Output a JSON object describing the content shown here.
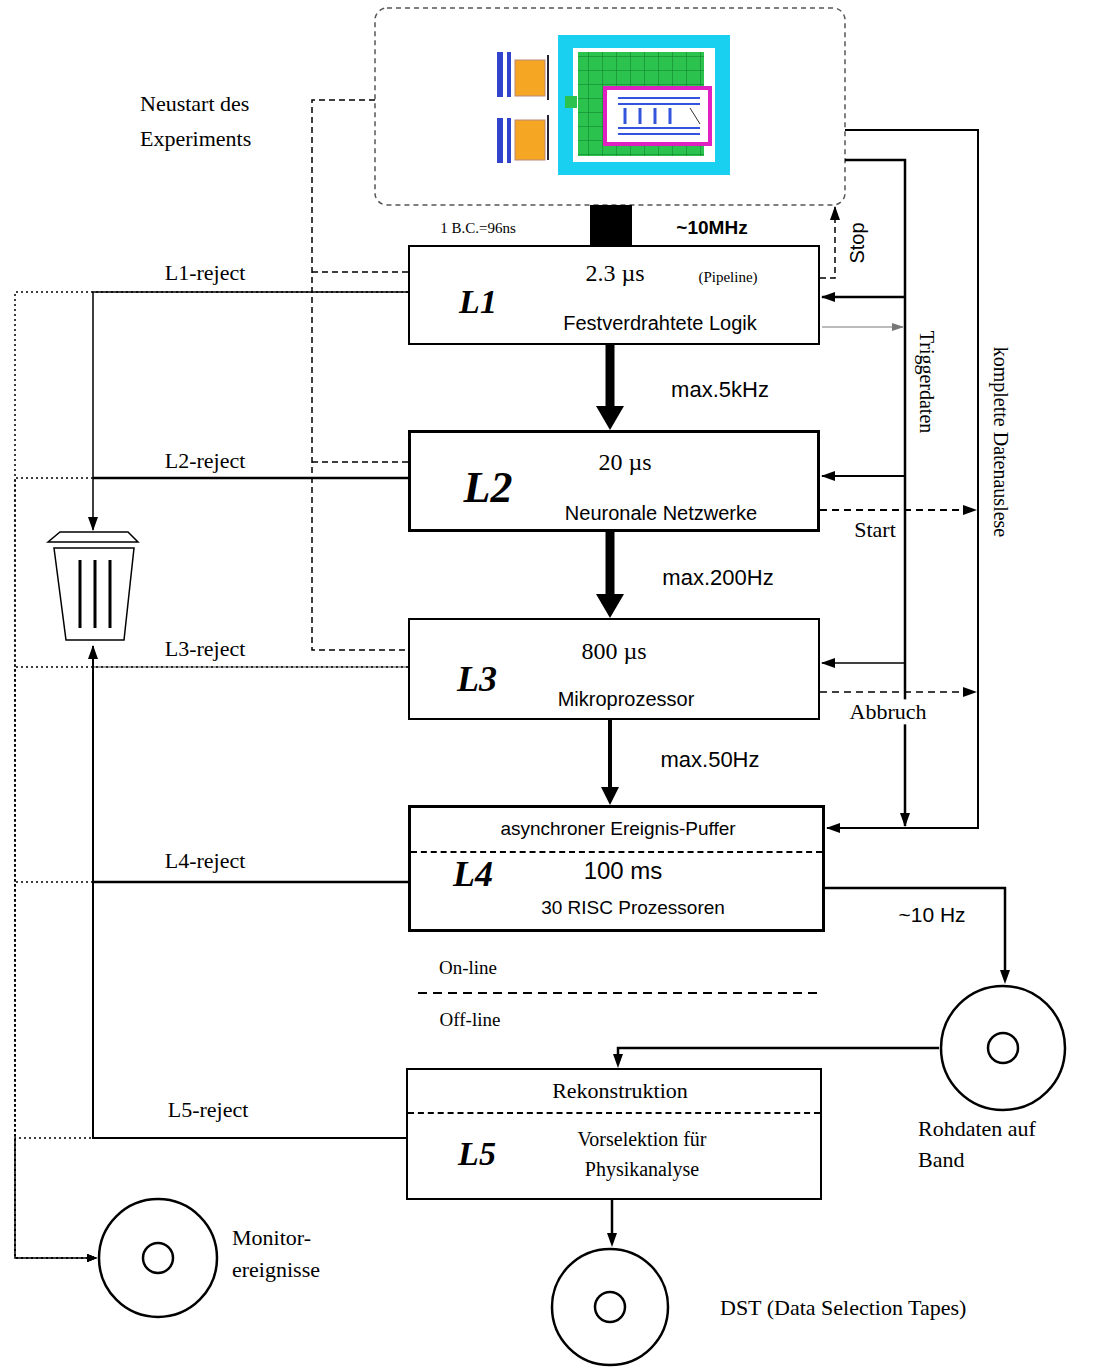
{
  "diagram": {
    "nodes": [
      {
        "text": [
          "L1",
          "2.3 µs",
          "(Pipeline)",
          "Festverdrahtete Logik"
        ]
      },
      {
        "text": [
          "L2",
          "20 µs",
          "Neuronale Netzwerke"
        ]
      },
      {
        "text": [
          "L3",
          "800 µs",
          "Mikroprozessor"
        ]
      },
      {
        "text": [
          "asynchroner Ereignis-Puffer",
          "L4",
          "100 ms",
          "30 RISC Prozessoren"
        ]
      },
      {
        "text": [
          "Rekonstruktion",
          "L5",
          "Vorselektion für Physikanalyse"
        ]
      },
      {
        "text": [
          "Rohdaten auf Band"
        ]
      },
      {
        "text": [
          "DST (Data Selection Tapes)"
        ]
      },
      {
        "text": [
          "Monitor- ereignisse"
        ]
      }
    ],
    "edges": [
      {
        "from": 0,
        "to": 1,
        "label": "max.5kHz",
        "arrow": "to"
      },
      {
        "from": 1,
        "to": 2,
        "label": "max.200Hz",
        "arrow": "to"
      },
      {
        "from": 2,
        "to": 3,
        "label": "max.50Hz",
        "arrow": "to"
      },
      {
        "from": 3,
        "to": 5,
        "label": "~10 Hz",
        "arrow": "to"
      },
      {
        "from": 5,
        "to": 4,
        "arrow": "to"
      },
      {
        "from": 4,
        "to": 6,
        "arrow": "to"
      },
      {
        "from": 0,
        "to": 7,
        "label": "L1-reject",
        "arrow": "to"
      },
      {
        "from": 1,
        "to": 7,
        "label": "L2-reject",
        "arrow": "to"
      },
      {
        "from": 2,
        "to": 7,
        "label": "L3-reject",
        "arrow": "to"
      },
      {
        "from": 3,
        "to": 7,
        "label": "L4-reject",
        "arrow": "to"
      },
      {
        "from": 4,
        "to": 7,
        "label": "L5-reject",
        "arrow": "to"
      }
    ],
    "labels": [
      "Neustart des Experiments",
      "1 B.C.=96ns",
      "~10MHz",
      "Stop",
      "Triggerdaten",
      "komplette Datenauslese",
      "Start",
      "Abbruch",
      "On-line",
      "Off-line"
    ]
  }
}
